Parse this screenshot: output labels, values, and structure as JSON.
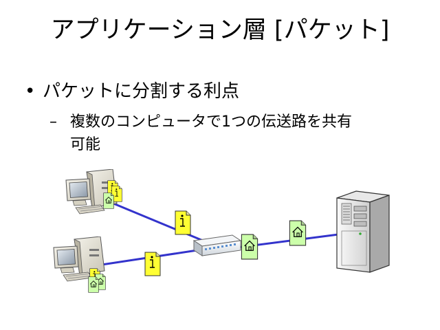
{
  "slide": {
    "title": "アプリケーション層 [パケット]",
    "bullet": {
      "marker": "•",
      "text": "パケットに分割する利点"
    },
    "sub_bullet": {
      "marker": "–",
      "text_line1": "複数のコンピュータで1つの伝送路を共有",
      "text_line2": "可能"
    }
  },
  "diagram": {
    "link_color": "#3333cc",
    "packet_info_color": "#ffff33",
    "packet_home_color": "#ccffaa",
    "icons": [
      "desktop-computer-icon",
      "desktop-computer-icon",
      "network-hub-icon",
      "tower-server-icon",
      "info-packet-icon",
      "home-packet-icon"
    ]
  }
}
